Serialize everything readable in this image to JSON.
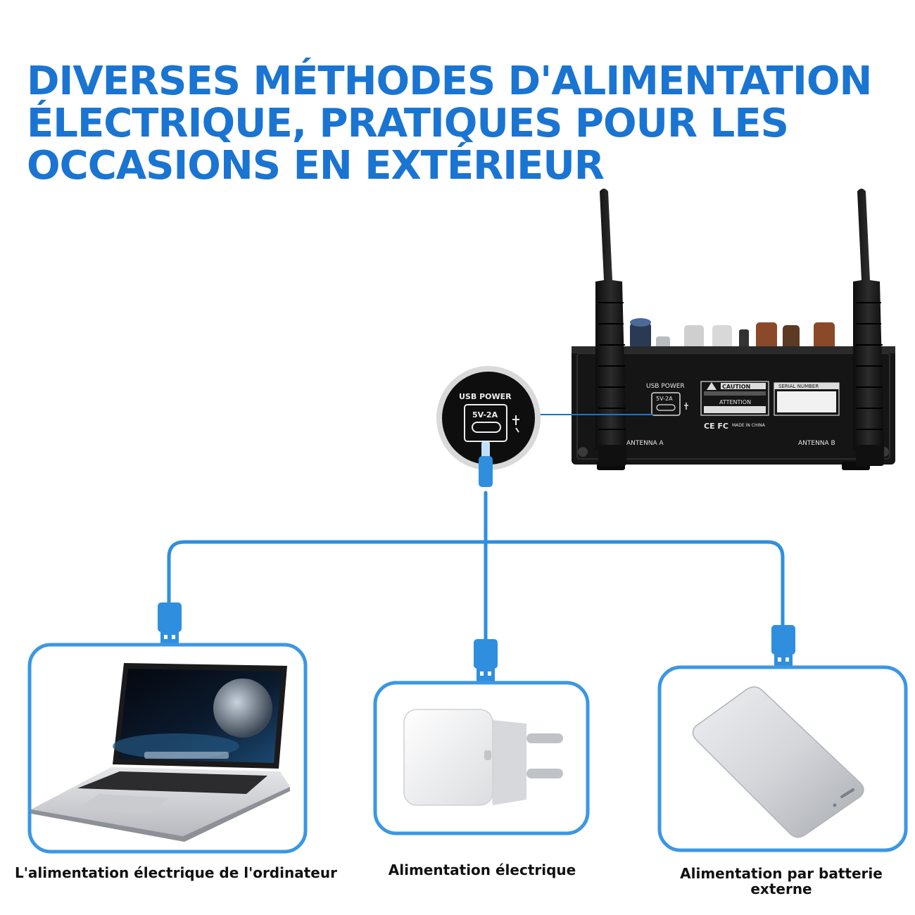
{
  "headline": {
    "line1": "DIVERSES MÉTHODES D'ALIMENTATION",
    "line2": "ÉLECTRIQUE, PRATIQUES POUR LES",
    "line3": "OCCASIONS EN EXTÉRIEUR"
  },
  "device": {
    "usb_power_label": "USB POWER",
    "rating_label": "5V-2A",
    "caution_label": "CAUTION",
    "attention_label": "ATTENTION",
    "serial_label": "SERIAL NUMBER",
    "marks_label": "CE FC",
    "origin_label": "MADE IN CHINA",
    "antenna_a_label": "ANTENNA A",
    "antenna_b_label": "ANTENNA B"
  },
  "zoom": {
    "usb_power_label": "USB POWER",
    "rating_label": "5V-2A"
  },
  "options": [
    {
      "caption": "L'alimentation électrique de l'ordinateur",
      "icon": "laptop-icon"
    },
    {
      "caption": "Alimentation électrique",
      "icon": "wall-charger-icon"
    },
    {
      "caption_line1": "Alimentation par batterie",
      "caption_line2": "externe",
      "icon": "power-bank-icon"
    }
  ],
  "colors": {
    "accent": "#1a74d2",
    "cable": "#2f8fde",
    "frame": "#3b97e3",
    "device_body": "#151515"
  }
}
